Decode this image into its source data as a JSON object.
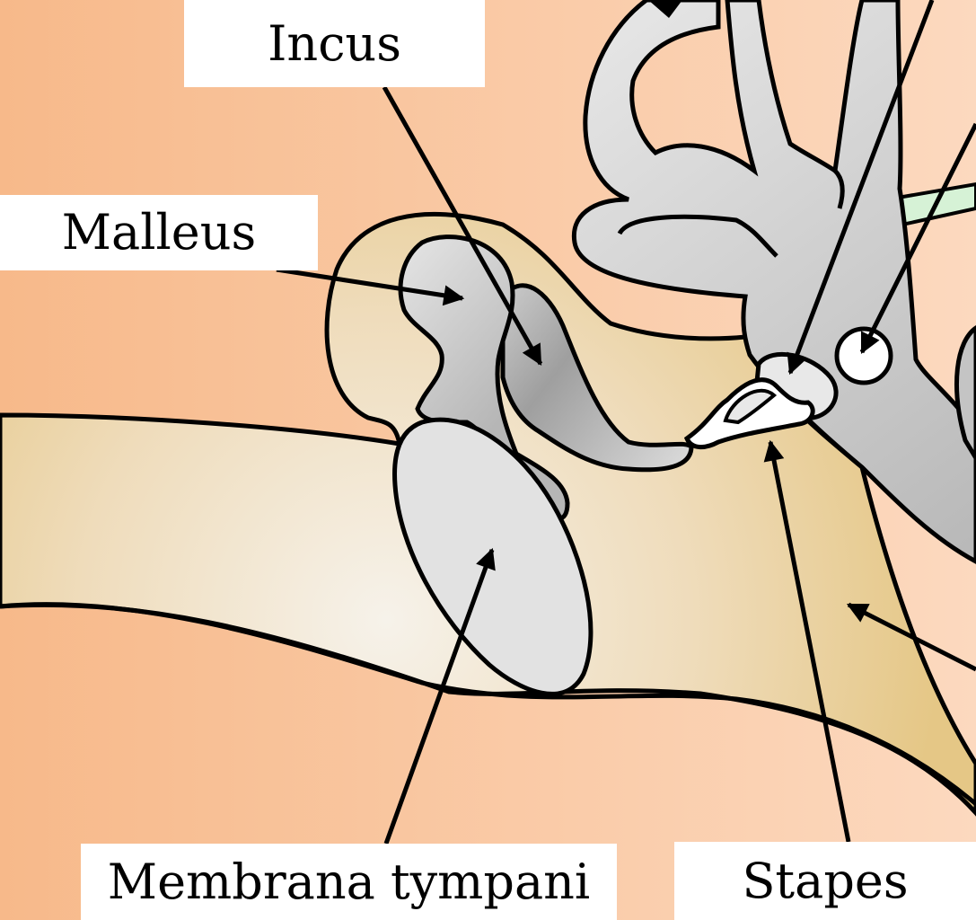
{
  "labels": {
    "incus": "Incus",
    "malleus": "Malleus",
    "membrana": "Membrana tympani",
    "stapes": "Stapes"
  },
  "colors": {
    "background_left": "#f7b98a",
    "background_right": "#fcd8bd",
    "bone_light": "#f4eee2",
    "bone_dark": "#e6c98b",
    "ossicle_light": "#e2e2e2",
    "ossicle_dark": "#a9a9a9",
    "labyrinth": "#c8c8c8",
    "nerve": "#d8f3d8",
    "outline": "#000000"
  },
  "icons": [
    "arrow-icon"
  ]
}
